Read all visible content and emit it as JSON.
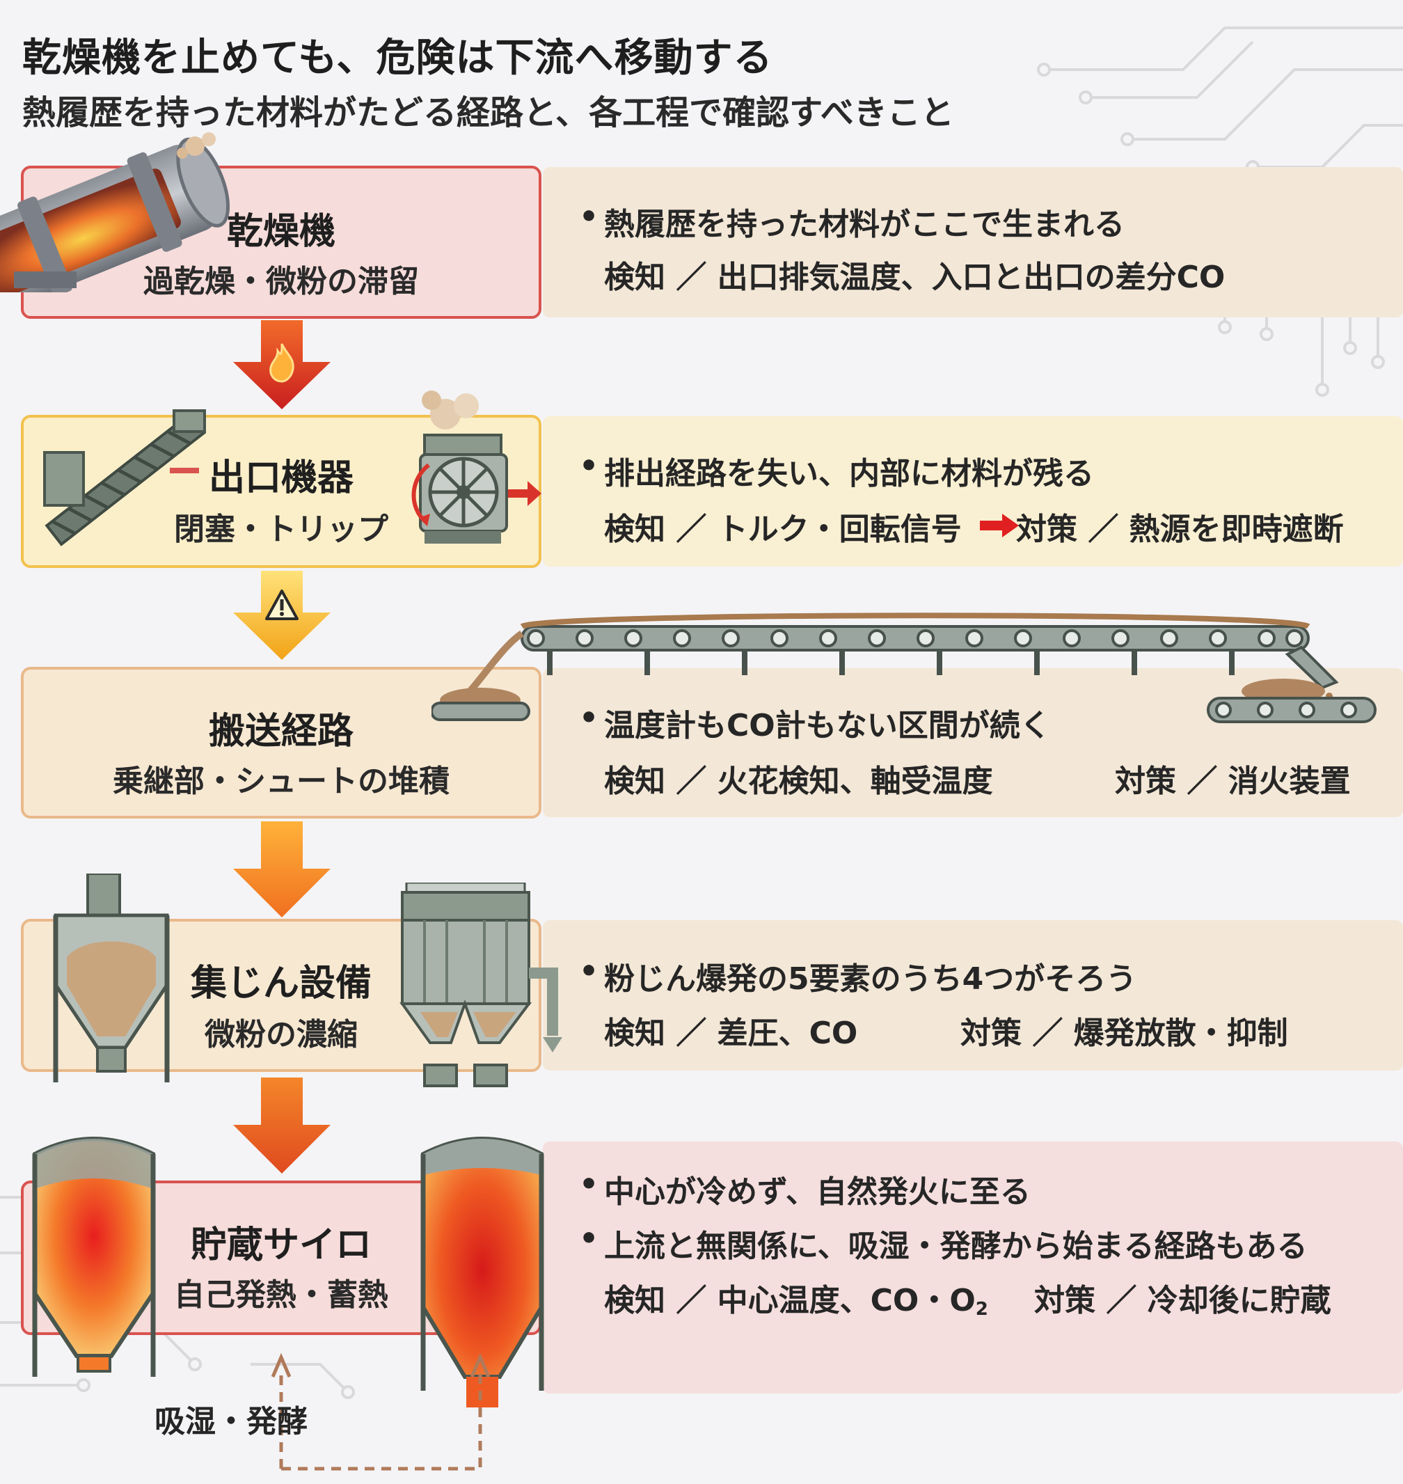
{
  "header": {
    "title": "乾燥機を止めても、危険は下流へ移動する",
    "subtitle": "熱履歴を持った材料がたどる経路と、各工程で確認すべきこと"
  },
  "stages": [
    {
      "name": "乾燥機",
      "sub": "過乾燥・微粉の滞留",
      "lines": [
        "熱履歴を持った材料がここで生まれる",
        "検知 ／ 出口排気温度、入口と出口の差分CO"
      ]
    },
    {
      "name": "出口機器",
      "sub": "閉塞・トリップ",
      "lines": [
        "排出経路を失い、内部に材料が残る",
        "検知 ／ トルク・回転信号",
        "対策 ／ 熱源を即時遮断"
      ]
    },
    {
      "name": "搬送経路",
      "sub": "乗継部・シュートの堆積",
      "lines": [
        "温度計もCO計もない区間が続く",
        "検知 ／ 火花検知、軸受温度",
        "対策 ／ 消火装置"
      ]
    },
    {
      "name": "集じん設備",
      "sub": "微粉の濃縮",
      "lines": [
        "粉じん爆発の5要素のうち4つがそろう",
        "検知 ／ 差圧、CO",
        "対策 ／ 爆発放散・抑制"
      ]
    },
    {
      "name": "貯蔵サイロ",
      "sub": "自己発熱・蓄熱",
      "lines": [
        "中心が冷めず、自然発火に至る",
        "上流と無関係に、吸湿・発酵から始まる経路もある",
        "検知 ／ 中心温度、CO・O",
        "2",
        "対策 ／ 冷却後に貯蔵"
      ]
    }
  ],
  "loop_label": "吸湿・発酵",
  "icons": [
    "flame-icon",
    "warning-icon"
  ],
  "colors": {
    "red_box": "#f6dcda",
    "yellow_box": "#fbefc9",
    "beige_box": "#f7e8d2",
    "band_beige": "#f3e7d7",
    "band_pink": "#f5dede"
  }
}
